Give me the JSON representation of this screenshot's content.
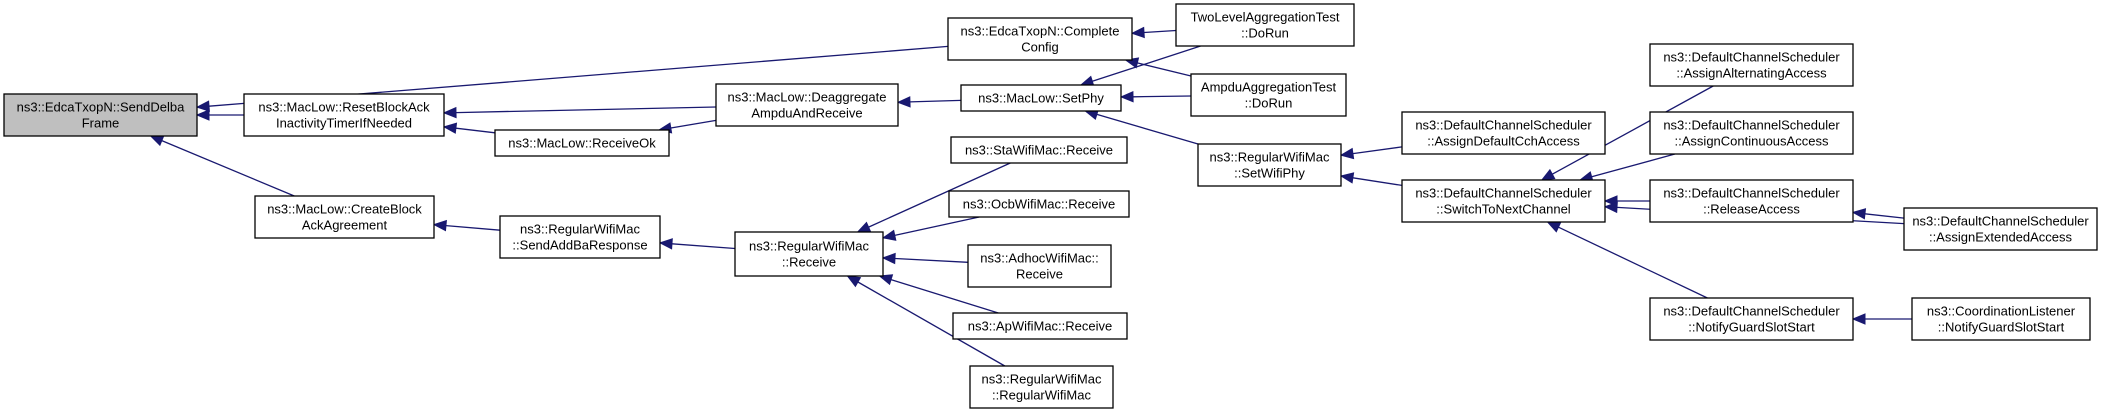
{
  "graph": {
    "nodes": [
      {
        "id": "sendDelba",
        "lines": [
          "ns3::EdcaTxopN::SendDelba",
          "Frame"
        ],
        "root": true
      },
      {
        "id": "resetBlockAck",
        "lines": [
          "ns3::MacLow::ResetBlockAck",
          "InactivityTimerIfNeeded"
        ]
      },
      {
        "id": "createBlockAck",
        "lines": [
          "ns3::MacLow::CreateBlock",
          "AckAgreement"
        ]
      },
      {
        "id": "completeConfig",
        "lines": [
          "ns3::EdcaTxopN::Complete",
          "Config"
        ]
      },
      {
        "id": "receiveOk",
        "lines": [
          "ns3::MacLow::ReceiveOk"
        ]
      },
      {
        "id": "deaggregate",
        "lines": [
          "ns3::MacLow::Deaggregate",
          "AmpduAndReceive"
        ]
      },
      {
        "id": "sendAddBa",
        "lines": [
          "ns3::RegularWifiMac",
          "::SendAddBaResponse"
        ]
      },
      {
        "id": "setPhy",
        "lines": [
          "ns3::MacLow::SetPhy"
        ]
      },
      {
        "id": "rwmReceive",
        "lines": [
          "ns3::RegularWifiMac",
          "::Receive"
        ]
      },
      {
        "id": "twoLevel",
        "lines": [
          "TwoLevelAggregationTest",
          "::DoRun"
        ]
      },
      {
        "id": "ampdu",
        "lines": [
          "AmpduAggregationTest",
          "::DoRun"
        ]
      },
      {
        "id": "setWifiPhy",
        "lines": [
          "ns3::RegularWifiMac",
          "::SetWifiPhy"
        ]
      },
      {
        "id": "staRecv",
        "lines": [
          "ns3::StaWifiMac::Receive"
        ]
      },
      {
        "id": "ocbRecv",
        "lines": [
          "ns3::OcbWifiMac::Receive"
        ]
      },
      {
        "id": "adhocRecv",
        "lines": [
          "ns3::AdhocWifiMac::",
          "Receive"
        ]
      },
      {
        "id": "apRecv",
        "lines": [
          "ns3::ApWifiMac::Receive"
        ]
      },
      {
        "id": "rwmCtor",
        "lines": [
          "ns3::RegularWifiMac",
          "::RegularWifiMac"
        ]
      },
      {
        "id": "assignDefaultCch",
        "lines": [
          "ns3::DefaultChannelScheduler",
          "::AssignDefaultCchAccess"
        ]
      },
      {
        "id": "switchNext",
        "lines": [
          "ns3::DefaultChannelScheduler",
          "::SwitchToNextChannel"
        ]
      },
      {
        "id": "assignAlt",
        "lines": [
          "ns3::DefaultChannelScheduler",
          "::AssignAlternatingAccess"
        ]
      },
      {
        "id": "assignCont",
        "lines": [
          "ns3::DefaultChannelScheduler",
          "::AssignContinuousAccess"
        ]
      },
      {
        "id": "releaseAccess",
        "lines": [
          "ns3::DefaultChannelScheduler",
          "::ReleaseAccess"
        ]
      },
      {
        "id": "notifyGuard",
        "lines": [
          "ns3::DefaultChannelScheduler",
          "::NotifyGuardSlotStart"
        ]
      },
      {
        "id": "assignExt",
        "lines": [
          "ns3::DefaultChannelScheduler",
          "::AssignExtendedAccess"
        ]
      },
      {
        "id": "coordListener",
        "lines": [
          "ns3::CoordinationListener",
          "::NotifyGuardSlotStart"
        ]
      }
    ],
    "edges": [
      {
        "from": "resetBlockAck",
        "to": "sendDelba"
      },
      {
        "from": "createBlockAck",
        "to": "sendDelba"
      },
      {
        "from": "completeConfig",
        "to": "sendDelba"
      },
      {
        "from": "receiveOk",
        "to": "resetBlockAck"
      },
      {
        "from": "deaggregate",
        "to": "resetBlockAck"
      },
      {
        "from": "deaggregate",
        "to": "receiveOk"
      },
      {
        "from": "sendAddBa",
        "to": "createBlockAck"
      },
      {
        "from": "twoLevel",
        "to": "completeConfig"
      },
      {
        "from": "ampdu",
        "to": "completeConfig"
      },
      {
        "from": "setPhy",
        "to": "deaggregate"
      },
      {
        "from": "rwmReceive",
        "to": "sendAddBa"
      },
      {
        "from": "twoLevel",
        "to": "setPhy"
      },
      {
        "from": "ampdu",
        "to": "setPhy"
      },
      {
        "from": "setWifiPhy",
        "to": "setPhy"
      },
      {
        "from": "staRecv",
        "to": "rwmReceive"
      },
      {
        "from": "ocbRecv",
        "to": "rwmReceive"
      },
      {
        "from": "adhocRecv",
        "to": "rwmReceive"
      },
      {
        "from": "apRecv",
        "to": "rwmReceive"
      },
      {
        "from": "rwmCtor",
        "to": "rwmReceive"
      },
      {
        "from": "assignDefaultCch",
        "to": "setWifiPhy"
      },
      {
        "from": "switchNext",
        "to": "setWifiPhy"
      },
      {
        "from": "assignAlt",
        "to": "switchNext"
      },
      {
        "from": "assignCont",
        "to": "switchNext"
      },
      {
        "from": "releaseAccess",
        "to": "switchNext"
      },
      {
        "from": "assignExt",
        "to": "switchNext"
      },
      {
        "from": "notifyGuard",
        "to": "switchNext"
      },
      {
        "from": "assignExt",
        "to": "releaseAccess"
      },
      {
        "from": "coordListener",
        "to": "notifyGuard"
      }
    ]
  }
}
